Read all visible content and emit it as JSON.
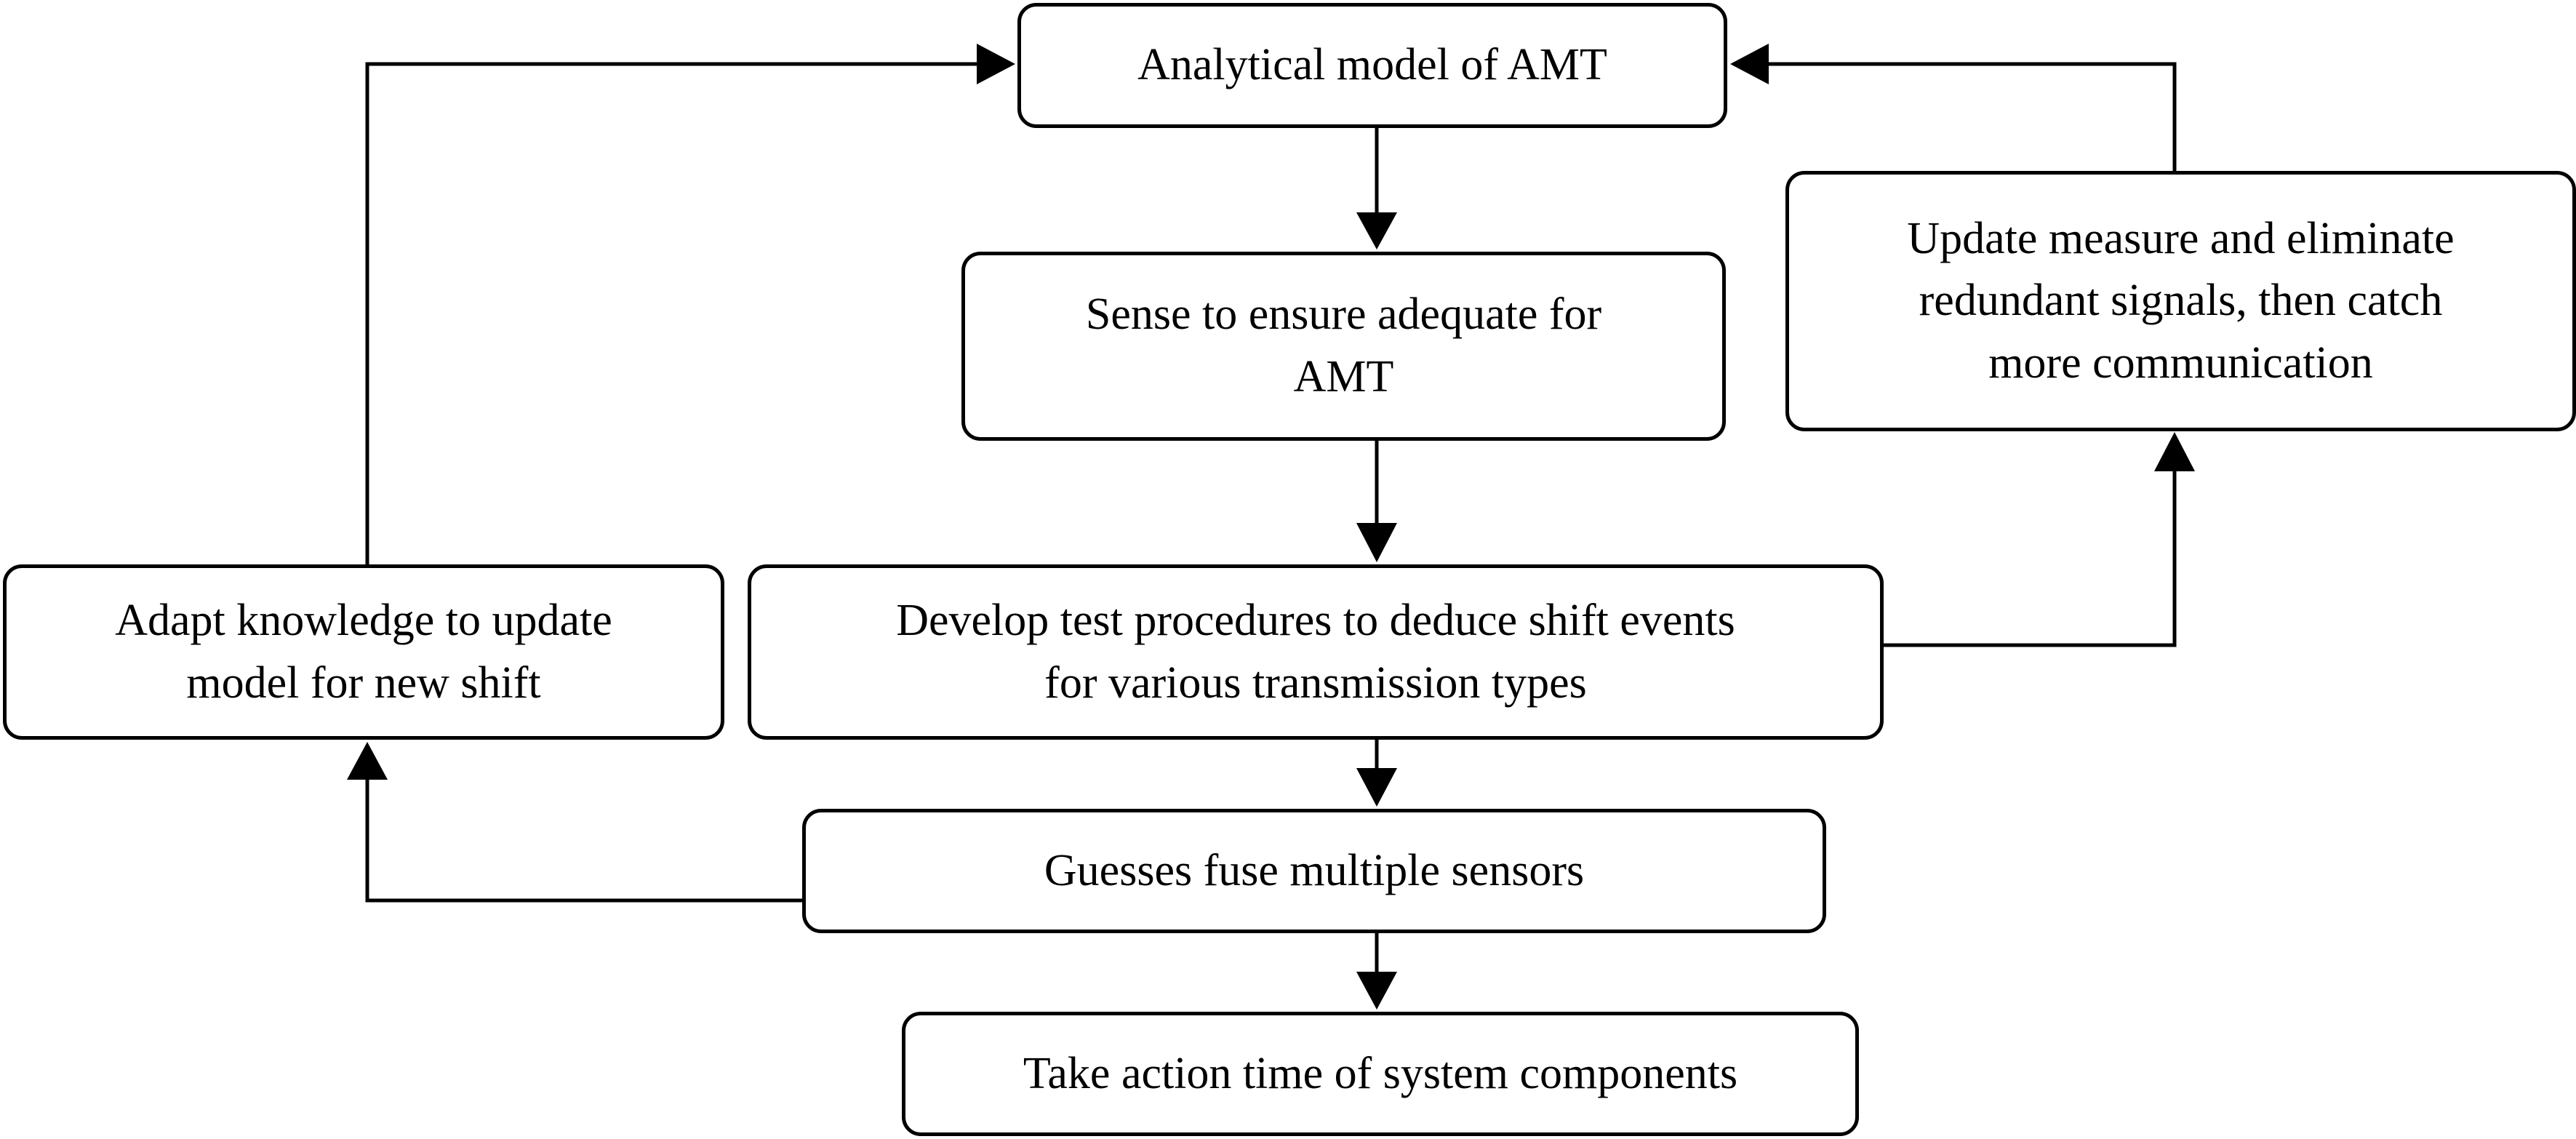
{
  "diagram": {
    "nodes": {
      "analytical_model": "Analytical model of AMT",
      "sense": "Sense to ensure adequate for\nAMT",
      "update_measure": "Update measure and eliminate\nredundant signals, then catch\nmore communication",
      "adapt_knowledge": "Adapt knowledge to update\nmodel for new shift",
      "develop_tests": "Develop test procedures to deduce shift events\nfor various transmission types",
      "guesses_fuse": "Guesses fuse multiple sensors",
      "take_action": "Take action time of system components"
    },
    "edges": [
      {
        "from": "analytical_model",
        "to": "sense"
      },
      {
        "from": "sense",
        "to": "develop_tests"
      },
      {
        "from": "develop_tests",
        "to": "guesses_fuse"
      },
      {
        "from": "guesses_fuse",
        "to": "take_action"
      },
      {
        "from": "develop_tests",
        "to": "update_measure"
      },
      {
        "from": "update_measure",
        "to": "analytical_model"
      },
      {
        "from": "guesses_fuse",
        "to": "adapt_knowledge"
      },
      {
        "from": "adapt_knowledge",
        "to": "analytical_model"
      }
    ],
    "colors": {
      "stroke": "#000000",
      "background": "#ffffff"
    }
  }
}
